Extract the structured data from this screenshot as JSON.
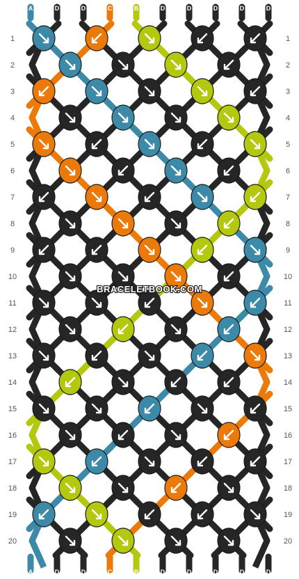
{
  "watermark": "BRACELETBOOK.COM",
  "colors": {
    "A": "#3c89a8",
    "B": "#b3c80f",
    "C": "#ec7a0b",
    "D": "#262626"
  },
  "strings_top": [
    "A",
    "D",
    "D",
    "C",
    "B",
    "D",
    "D",
    "D",
    "D",
    "D"
  ],
  "strings_bottom": [
    "A",
    "D",
    "D",
    "C",
    "B",
    "D",
    "D",
    "D",
    "D",
    "D"
  ],
  "row_labels": [
    "1",
    "2",
    "3",
    "4",
    "5",
    "6",
    "7",
    "8",
    "9",
    "10",
    "11",
    "12",
    "13",
    "14",
    "15",
    "16",
    "17",
    "18",
    "19",
    "20"
  ],
  "rows": [
    [
      {
        "c": "A",
        "d": "R"
      },
      {
        "c": "C",
        "d": "L"
      },
      {
        "c": "B",
        "d": "R"
      },
      {
        "c": "D",
        "d": "L"
      },
      {
        "c": "D",
        "d": "L"
      }
    ],
    [
      {
        "c": "A",
        "d": "R"
      },
      {
        "c": "D",
        "d": "R"
      },
      {
        "c": "B",
        "d": "R"
      },
      {
        "c": "D",
        "d": "L"
      }
    ],
    [
      {
        "c": "C",
        "d": "L"
      },
      {
        "c": "A",
        "d": "R"
      },
      {
        "c": "D",
        "d": "R"
      },
      {
        "c": "B",
        "d": "R"
      },
      {
        "c": "D",
        "d": "L"
      }
    ],
    [
      {
        "c": "D",
        "d": "R"
      },
      {
        "c": "A",
        "d": "R"
      },
      {
        "c": "D",
        "d": "R"
      },
      {
        "c": "B",
        "d": "R"
      }
    ],
    [
      {
        "c": "C",
        "d": "R"
      },
      {
        "c": "D",
        "d": "L"
      },
      {
        "c": "A",
        "d": "R"
      },
      {
        "c": "D",
        "d": "L"
      },
      {
        "c": "B",
        "d": "R"
      }
    ],
    [
      {
        "c": "C",
        "d": "R"
      },
      {
        "c": "D",
        "d": "L"
      },
      {
        "c": "A",
        "d": "R"
      },
      {
        "c": "D",
        "d": "L"
      }
    ],
    [
      {
        "c": "D",
        "d": "L"
      },
      {
        "c": "C",
        "d": "R"
      },
      {
        "c": "D",
        "d": "L"
      },
      {
        "c": "A",
        "d": "R"
      },
      {
        "c": "B",
        "d": "L"
      }
    ],
    [
      {
        "c": "D",
        "d": "R"
      },
      {
        "c": "C",
        "d": "R"
      },
      {
        "c": "D",
        "d": "R"
      },
      {
        "c": "B",
        "d": "L"
      }
    ],
    [
      {
        "c": "D",
        "d": "L"
      },
      {
        "c": "D",
        "d": "L"
      },
      {
        "c": "C",
        "d": "R"
      },
      {
        "c": "B",
        "d": "L"
      },
      {
        "c": "A",
        "d": "R"
      }
    ],
    [
      {
        "c": "D",
        "d": "R"
      },
      {
        "c": "D",
        "d": "R"
      },
      {
        "c": "C",
        "d": "R"
      },
      {
        "c": "D",
        "d": "L"
      }
    ],
    [
      {
        "c": "D",
        "d": "R"
      },
      {
        "c": "D",
        "d": "R"
      },
      {
        "c": "D",
        "d": "L"
      },
      {
        "c": "C",
        "d": "R"
      },
      {
        "c": "A",
        "d": "L"
      }
    ],
    [
      {
        "c": "D",
        "d": "R"
      },
      {
        "c": "B",
        "d": "L"
      },
      {
        "c": "D",
        "d": "R"
      },
      {
        "c": "A",
        "d": "L"
      }
    ],
    [
      {
        "c": "D",
        "d": "R"
      },
      {
        "c": "D",
        "d": "L"
      },
      {
        "c": "D",
        "d": "R"
      },
      {
        "c": "A",
        "d": "L"
      },
      {
        "c": "C",
        "d": "R"
      }
    ],
    [
      {
        "c": "B",
        "d": "L"
      },
      {
        "c": "D",
        "d": "R"
      },
      {
        "c": "D",
        "d": "L"
      },
      {
        "c": "D",
        "d": "L"
      }
    ],
    [
      {
        "c": "D",
        "d": "R"
      },
      {
        "c": "D",
        "d": "R"
      },
      {
        "c": "A",
        "d": "L"
      },
      {
        "c": "D",
        "d": "R"
      },
      {
        "c": "D",
        "d": "L"
      }
    ],
    [
      {
        "c": "D",
        "d": "R"
      },
      {
        "c": "D",
        "d": "L"
      },
      {
        "c": "D",
        "d": "R"
      },
      {
        "c": "C",
        "d": "L"
      }
    ],
    [
      {
        "c": "B",
        "d": "R"
      },
      {
        "c": "A",
        "d": "L"
      },
      {
        "c": "D",
        "d": "R"
      },
      {
        "c": "D",
        "d": "L"
      },
      {
        "c": "D",
        "d": "L"
      }
    ],
    [
      {
        "c": "B",
        "d": "R"
      },
      {
        "c": "D",
        "d": "R"
      },
      {
        "c": "C",
        "d": "L"
      },
      {
        "c": "D",
        "d": "R"
      }
    ],
    [
      {
        "c": "A",
        "d": "L"
      },
      {
        "c": "B",
        "d": "R"
      },
      {
        "c": "D",
        "d": "L"
      },
      {
        "c": "D",
        "d": "L"
      },
      {
        "c": "D",
        "d": "R"
      }
    ],
    [
      {
        "c": "D",
        "d": "R"
      },
      {
        "c": "B",
        "d": "R"
      },
      {
        "c": "D",
        "d": "R"
      },
      {
        "c": "D",
        "d": "R"
      }
    ]
  ]
}
